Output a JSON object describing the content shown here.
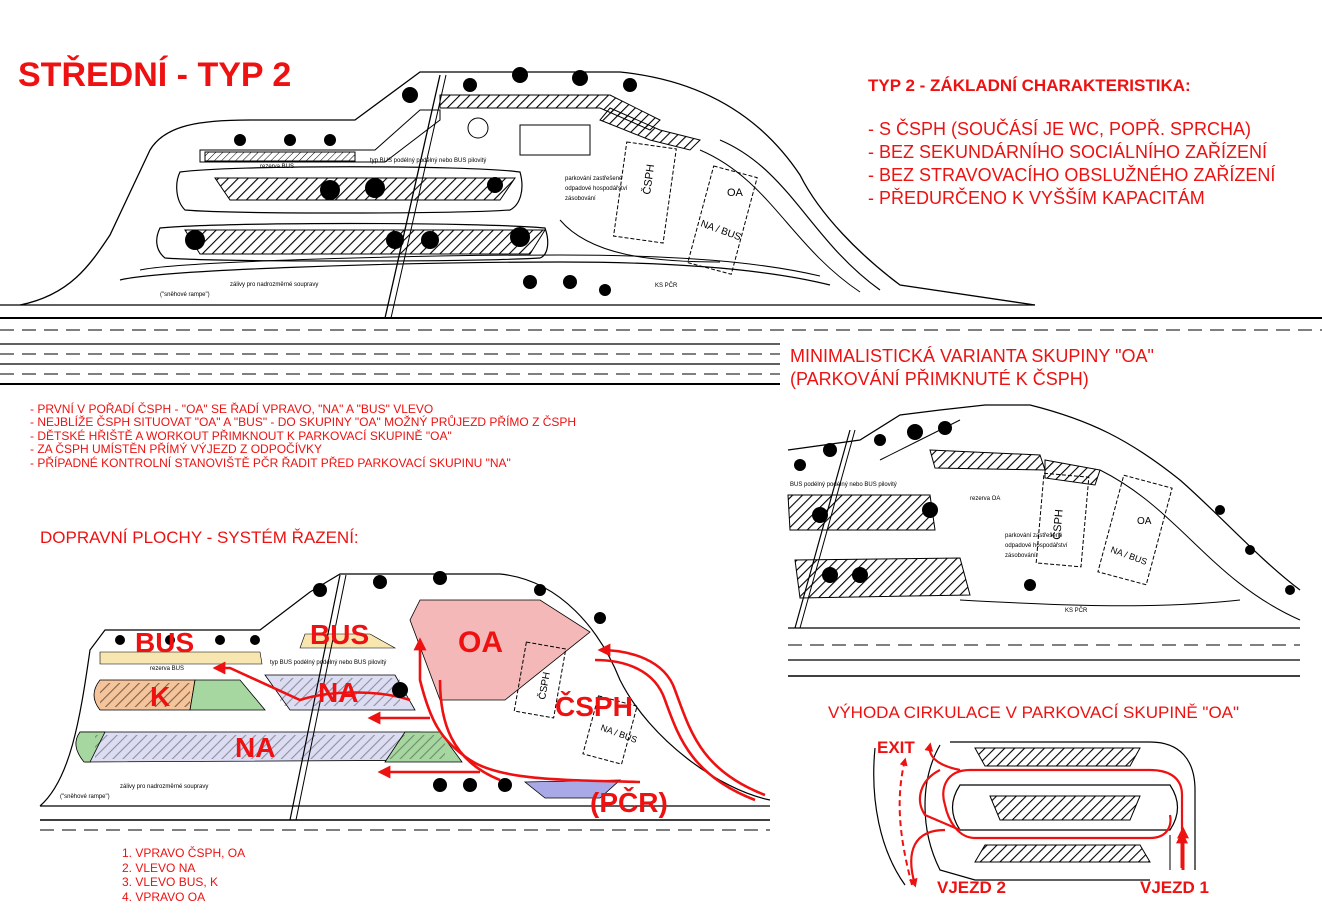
{
  "title": "STŘEDNÍ - TYP 2",
  "characteristics": {
    "heading": "TYP 2 - ZÁKLADNÍ CHARAKTERISTIKA:",
    "items": [
      "- S ČSPH (SOUČÁSÍ JE WC, POPŘ. SPRCHA)",
      "- BEZ SEKUNDÁRNÍHO SOCIÁLNÍHO ZAŘÍZENÍ",
      "- BEZ STRAVOVACÍHO OBSLUŽNÉHO ZAŘÍZENÍ",
      "- PŘEDURČENO K VYŠŠÍM KAPACITÁM"
    ]
  },
  "rules": [
    "- PRVNÍ V POŘADÍ ČSPH - \"OA\" SE ŘADÍ VPRAVO, \"NA\" A \"BUS\" VLEVO",
    "- NEJBLÍŽE ČSPH SITUOVAT \"OA\" A \"BUS\" - DO SKUPINY \"OA\" MOŽNÝ PRŮJEZD PŘÍMO Z ČSPH",
    "- DĚTSKÉ HŘIŠTĚ A WORKOUT PŘIMKNOUT K PARKOVACÍ SKUPINĚ \"OA\"",
    "- ZA ČSPH UMÍSTĚN PŘÍMÝ VÝJEZD Z ODPOČÍVKY",
    "- PŘÍPADNÉ KONTROLNÍ STANOVIŠTĚ PČR ŘADIT PŘED PARKOVACÍ SKUPINU \"NA\""
  ],
  "traffic_title": "DOPRAVNÍ PLOCHY - SYSTÉM ŘAZENÍ:",
  "order": [
    "1. VPRAVO ČSPH, OA",
    "2. VLEVO NA",
    "3. VLEVO BUS, K",
    "4. VPRAVO OA"
  ],
  "minimal_title": [
    "MINIMALISTICKÁ VARIANTA SKUPINY \"OA\"",
    "(PARKOVÁNÍ PŘIMKNUTÉ K ČSPH)"
  ],
  "circulation_title": "VÝHODA CIRKULACE V PARKOVACÍ SKUPINĚ \"OA\"",
  "plan_labels": {
    "rezerva_bus": "rezerva BUS",
    "typ_bus": "typ BUS podélný podélný nebo BUS pilovitý",
    "parkovani_zastresene": "parkování zastřešené",
    "odpadove_hospodarstvi": "odpadové hospodářství",
    "zasobovani": "zásobování",
    "csph": "ČSPH",
    "oa": "OA",
    "na_bus": "NA / BUS",
    "ks_pcr": "KS PČR",
    "zalivy": "zálivy pro nadrozměrné soupravy",
    "snehove_rampe": "(\"sněhové rampe\")",
    "rezerva_oa": "rezerva OA",
    "bus_pilovity": "BUS podélný podélný nebo BUS pilovitý"
  },
  "zone_labels": {
    "bus_left": "BUS",
    "bus_right": "BUS",
    "k": "K",
    "na_upper": "NA",
    "na_lower": "NA",
    "oa": "OA",
    "csph": "ČSPH",
    "pcr": "(PČR)"
  },
  "circulation_labels": {
    "exit": "EXIT",
    "vjezd1": "VJEZD 1",
    "vjezd2": "VJEZD 2"
  },
  "colors": {
    "accent_red": "#ee1111",
    "oa_fill": "#f4b8b8",
    "na_fill": "#dcdcf2",
    "k_fill": "#f5c49a",
    "bus_fill": "#f7e6b0",
    "green_fill": "#a7d7a0",
    "pcr_fill": "#a9a9e8"
  }
}
